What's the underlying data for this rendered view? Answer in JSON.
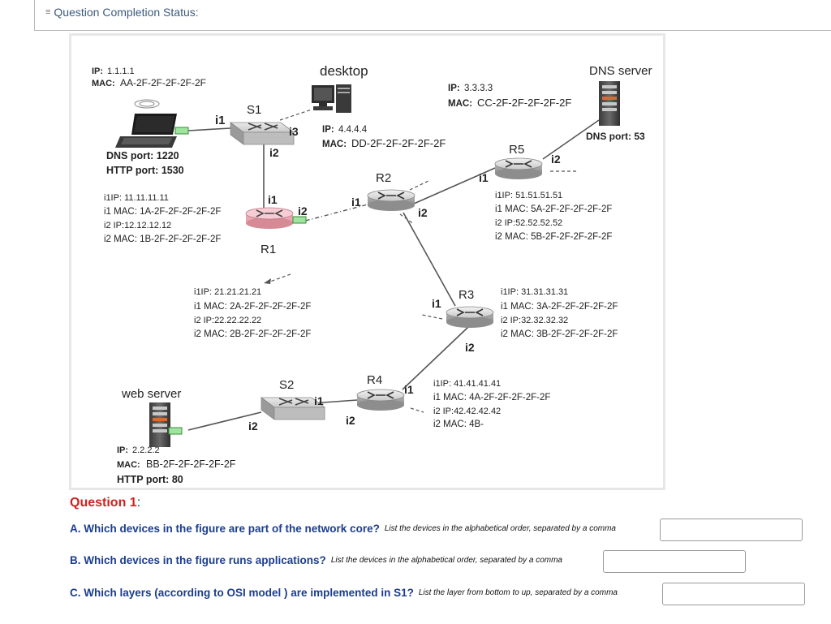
{
  "status": {
    "label": "Question Completion Status:"
  },
  "figure": {
    "host": {
      "ip_label": "IP:",
      "ip": "1.1.1.1",
      "mac_label": "MAC:",
      "mac": "AA-2F-2F-2F-2F-2F",
      "dns_port": "DNS port: 1220",
      "http_port": "HTTP port: 1530"
    },
    "s1": {
      "name": "S1",
      "i1": "i1",
      "i2": "i2",
      "i3": "i3"
    },
    "desktop": {
      "name": "desktop",
      "ip_label": "IP:",
      "ip": "4.4.4.4",
      "mac_label": "MAC:",
      "mac": "DD-2F-2F-2F-2F-2F"
    },
    "dns": {
      "name": "DNS server",
      "ip_label": "IP:",
      "ip": "3.3.3.3",
      "mac_label": "MAC:",
      "mac": "CC-2F-2F-2F-2F-2F",
      "port": "DNS port: 53"
    },
    "r1": {
      "name": "R1",
      "i1": "i1",
      "i2": "i2",
      "l1": "i1IP: 11.11.11.11",
      "l2": "i1 MAC: 1A-2F-2F-2F-2F-2F",
      "l3": "i2 IP:12.12.12.12",
      "l4": "i2 MAC: 1B-2F-2F-2F-2F-2F"
    },
    "r2": {
      "name": "R2",
      "i1": "i1",
      "i2": "i2",
      "l1": "i1IP: 21.21.21.21",
      "l2": "i1 MAC: 2A-2F-2F-2F-2F-2F",
      "l3": "i2 IP:22.22.22.22",
      "l4": "i2 MAC: 2B-2F-2F-2F-2F-2F"
    },
    "r3": {
      "name": "R3",
      "i1": "i1",
      "i2": "i2",
      "l1": "i1IP: 31.31.31.31",
      "l2": "i1 MAC: 3A-2F-2F-2F-2F-2F",
      "l3": "i2 IP:32.32.32.32",
      "l4": "i2 MAC: 3B-2F-2F-2F-2F-2F"
    },
    "r4": {
      "name": "R4",
      "i1": "i1",
      "i2": "i2",
      "l1": "i1IP: 41.41.41.41",
      "l2": "i1 MAC: 4A-2F-2F-2F-2F-2F",
      "l3": "i2 IP:42.42.42.42",
      "l4": "i2 MAC: 4B-"
    },
    "r5": {
      "name": "R5",
      "i1": "i1",
      "i2": "i2",
      "l1": "i1IP: 51.51.51.51",
      "l2": "i1 MAC: 5A-2F-2F-2F-2F-2F",
      "l3": "i2 IP:52.52.52.52",
      "l4": "i2 MAC: 5B-2F-2F-2F-2F-2F"
    },
    "s2": {
      "name": "S2",
      "i1": "i1",
      "i2": "i2"
    },
    "web": {
      "name": "web server",
      "ip_label": "IP:",
      "ip": "2.2.2.2",
      "mac_label": "MAC:",
      "mac": "BB-2F-2F-2F-2F-2F",
      "http_port": "HTTP port: 80"
    }
  },
  "question": {
    "title": "Question 1",
    "colon": ":",
    "a": {
      "main": "A. Which devices in the figure are part of the network core?",
      "hint": "List the devices in the alphabetical order, separated by a comma",
      "value": ""
    },
    "b": {
      "main": "B. Which devices in the figure runs applications?",
      "hint": "List the devices in the alphabetical order, separated by a comma",
      "value": ""
    },
    "c": {
      "main": "C. Which layers (according to OSI model ) are implemented in S1?",
      "hint": "List the layer from bottom to up, separated by a comma",
      "value": ""
    }
  }
}
